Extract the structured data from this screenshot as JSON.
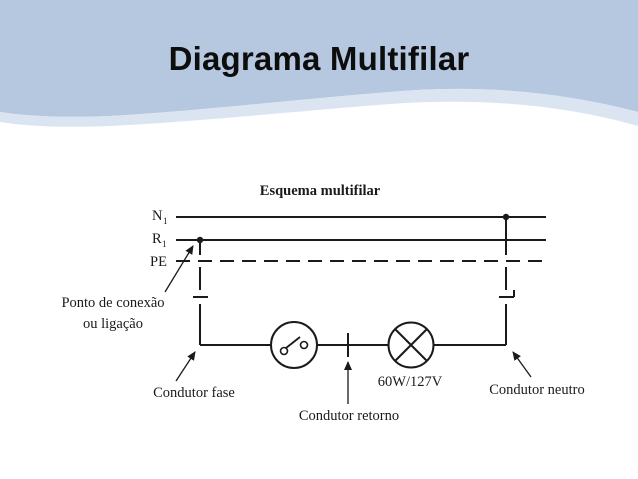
{
  "slide": {
    "title": "Diagrama Multifilar",
    "banner_color": "#b5c8df",
    "banner_highlight": "#dbe5f1"
  },
  "diagram": {
    "heading": "Esquema multifilar",
    "conductors": [
      {
        "name": "N",
        "subscript": "1",
        "style": "solid"
      },
      {
        "name": "R",
        "subscript": "1",
        "style": "solid"
      },
      {
        "name": "PE",
        "subscript": "",
        "style": "dashed"
      }
    ],
    "labels": {
      "connection_point_line1": "Ponto de conexão",
      "connection_point_line2": "ou ligação",
      "phase_conductor": "Condutor fase",
      "return_conductor": "Condutor retorno",
      "neutral_conductor": "Condutor neutro",
      "lamp_rating": "60W/127V"
    },
    "components": [
      "switch-icon",
      "lamp-icon"
    ]
  }
}
